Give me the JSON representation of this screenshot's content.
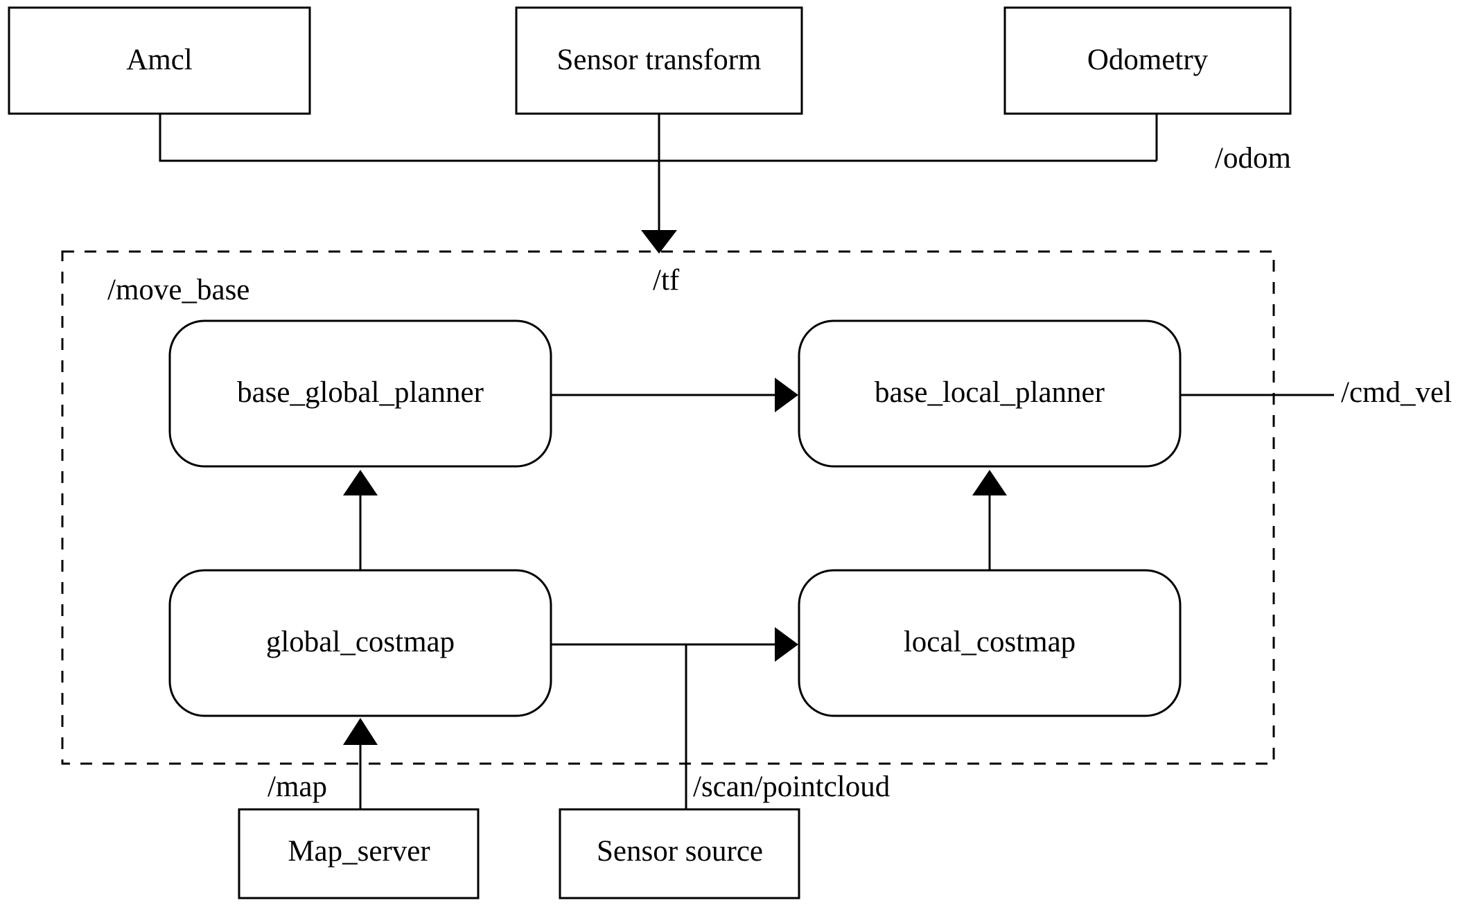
{
  "diagram": {
    "title": "ROS move_base navigation stack block diagram",
    "type": "block-diagram",
    "colors": {
      "background": "#ffffff",
      "stroke": "#000000",
      "fill": "#ffffff"
    },
    "external_nodes": [
      {
        "id": "amcl",
        "label": "Amcl",
        "shape": "rectangle"
      },
      {
        "id": "sensor_transform",
        "label": "Sensor transform",
        "shape": "rectangle"
      },
      {
        "id": "odometry",
        "label": "Odometry",
        "shape": "rectangle"
      },
      {
        "id": "map_server",
        "label": "Map_server",
        "shape": "rectangle"
      },
      {
        "id": "sensor_source",
        "label": "Sensor source",
        "shape": "rectangle"
      }
    ],
    "group": {
      "id": "move_base",
      "label": "/move_base",
      "style": "dashed"
    },
    "inner_nodes": [
      {
        "id": "base_global_planner",
        "label": "base_global_planner",
        "shape": "rounded-rectangle"
      },
      {
        "id": "base_local_planner",
        "label": "base_local_planner",
        "shape": "rounded-rectangle"
      },
      {
        "id": "global_costmap",
        "label": "global_costmap",
        "shape": "rounded-rectangle"
      },
      {
        "id": "local_costmap",
        "label": "local_costmap",
        "shape": "rounded-rectangle"
      }
    ],
    "topic_labels": [
      {
        "id": "odom",
        "label": "/odom"
      },
      {
        "id": "tf",
        "label": "/tf"
      },
      {
        "id": "cmd_vel",
        "label": "/cmd_vel"
      },
      {
        "id": "map",
        "label": "/map"
      },
      {
        "id": "scan_pointcloud",
        "label": "/scan/pointcloud"
      }
    ],
    "edges": [
      {
        "from": "amcl",
        "to": "move_base",
        "topic": "/tf",
        "arrow": true
      },
      {
        "from": "sensor_transform",
        "to": "move_base",
        "topic": "/tf",
        "arrow": true
      },
      {
        "from": "odometry",
        "to": "move_base",
        "topic": "/odom",
        "arrow": true
      },
      {
        "from": "base_global_planner",
        "to": "base_local_planner",
        "topic": "",
        "arrow": true
      },
      {
        "from": "global_costmap",
        "to": "base_global_planner",
        "topic": "",
        "arrow": true
      },
      {
        "from": "local_costmap",
        "to": "base_local_planner",
        "topic": "",
        "arrow": true
      },
      {
        "from": "global_costmap",
        "to": "local_costmap",
        "topic": "",
        "arrow": true
      },
      {
        "from": "map_server",
        "to": "global_costmap",
        "topic": "/map",
        "arrow": true
      },
      {
        "from": "sensor_source",
        "to": "costmaps",
        "topic": "/scan/pointcloud",
        "arrow": true
      },
      {
        "from": "base_local_planner",
        "to": "output",
        "topic": "/cmd_vel",
        "arrow": false
      }
    ]
  }
}
